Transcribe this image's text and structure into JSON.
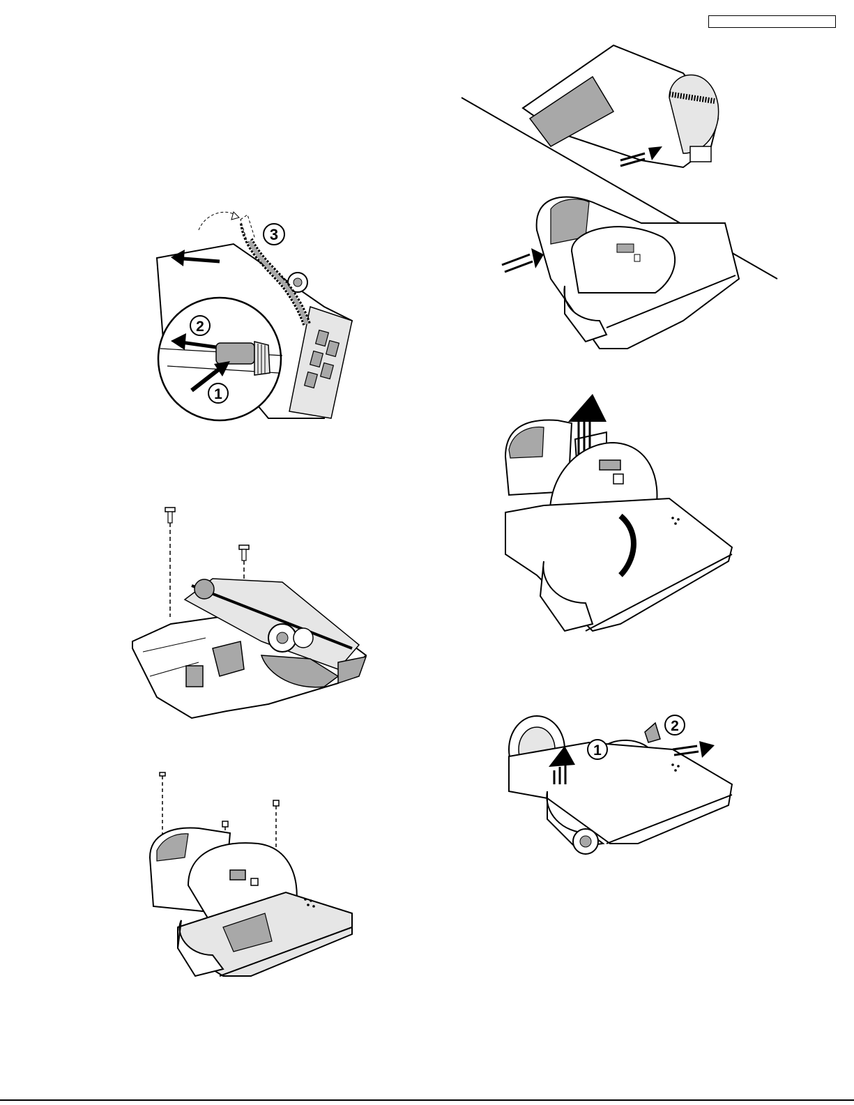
{
  "header": {
    "doc_code": ""
  },
  "colors": {
    "ink": "#000000",
    "shade": "#a8a8a8",
    "light": "#e6e6e6",
    "paper": "#ffffff"
  },
  "figures": {
    "hose_removal": {
      "steps": [
        "1",
        "2",
        "3"
      ]
    },
    "base_screws": {
      "screw_count": 2
    },
    "housing_screws": {
      "screw_count": 3
    },
    "motor_removal": {
      "steps": [
        "1",
        "2"
      ]
    }
  }
}
